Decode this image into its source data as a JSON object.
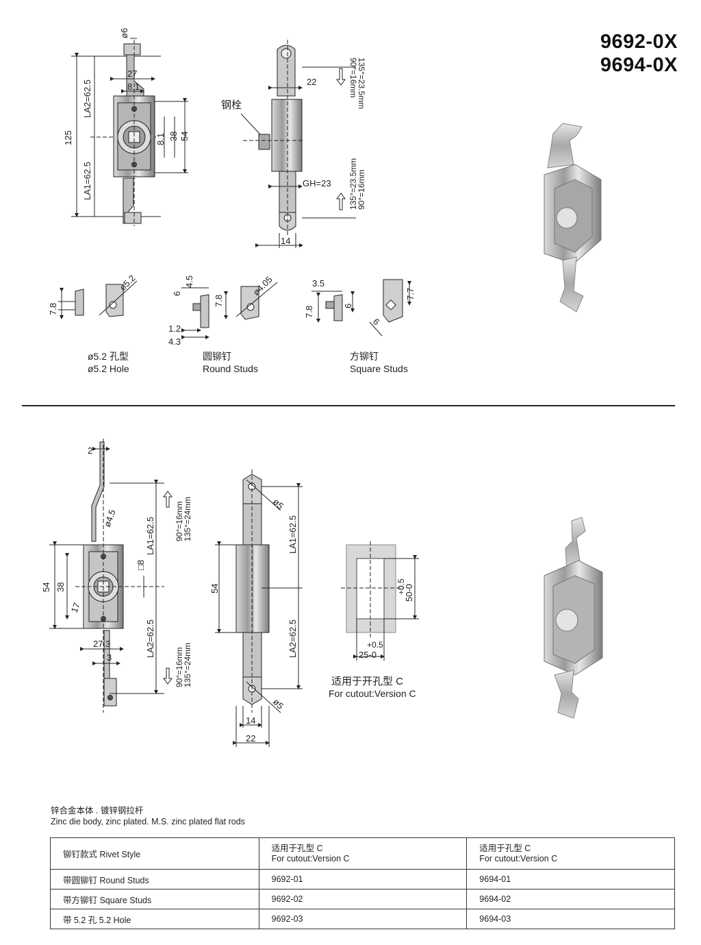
{
  "models": [
    "9692-0X",
    "9694-0X"
  ],
  "labels": {
    "steel_bolt": "钢栓",
    "hole_cn": "ø5.2 孔型",
    "hole_en": "ø5.2 Hole",
    "round_cn": "圆铆钉",
    "round_en": "Round Studs",
    "square_cn": "方铆钉",
    "square_en": "Square Studs",
    "cutout_cn": "适用于开孔型 C",
    "cutout_en": "For cutout:Version C"
  },
  "dims_top": {
    "d6": "ø6",
    "w27": "27",
    "w81": "8.1",
    "la2": "LA2=62.5",
    "la1": "LA1=62.5",
    "h125": "125",
    "h81b": "8.1",
    "h38": "38",
    "h54": "54",
    "w22": "22",
    "gh": "GH=23",
    "w14": "14",
    "stroke_top_a": "90°=16mm",
    "stroke_top_b": "135°=23.5mm",
    "stroke_bot_a": "135°=23.5mm",
    "stroke_bot_b": "90°=16mm",
    "d52": "ø5.2",
    "h78a": "7.8",
    "h6a": "6",
    "h45": "4.5",
    "h78b": "7.8",
    "d405": "ø4.05",
    "w12": "1.2",
    "w43": "4.3",
    "w35": "3.5",
    "h78c": "7.8",
    "h6b": "6",
    "h77": "7.7",
    "w6": "6"
  },
  "dims_bottom": {
    "t2": "2",
    "d45": "ø4.5",
    "sq8": "□8",
    "h54a": "54",
    "h38": "38",
    "r17": "17",
    "w273": "27.3",
    "t3": "3",
    "la1a": "LA1=62.5",
    "la2a": "LA2=62.5",
    "s1a": "90°=16mm",
    "s1b": "135°=24mm",
    "s2a": "90°=16mm",
    "s2b": "135°=24mm",
    "d5a": "ø5",
    "d5b": "ø5",
    "la1b": "LA1=62.5",
    "la2b": "LA2=62.5",
    "h54b": "54",
    "w14": "14",
    "w22": "22",
    "tol05a": "+0.5",
    "h50": "50-0",
    "tol05b": "+0.5",
    "w25": "25-0"
  },
  "material_cn": "锌合金本体 . 镀锌钢拉杆",
  "material_en": "Zinc die body, zinc plated. M.S. zinc plated flat rods",
  "table": {
    "header": {
      "c1": "铆钉款式 Rivet Style",
      "c2_cn": "适用于孔型 C",
      "c2_en": "For cutout:Version C",
      "c3_cn": "适用于孔型 C",
      "c3_en": "For cutout:Version C"
    },
    "rows": [
      {
        "style": "带圆铆钉 Round Studs",
        "a": "9692-01",
        "b": "9694-01"
      },
      {
        "style": "带方铆钉 Square Studs",
        "a": "9692-02",
        "b": "9694-02"
      },
      {
        "style": "带 5.2 孔 5.2 Hole",
        "a": "9692-03",
        "b": "9694-03"
      }
    ]
  }
}
